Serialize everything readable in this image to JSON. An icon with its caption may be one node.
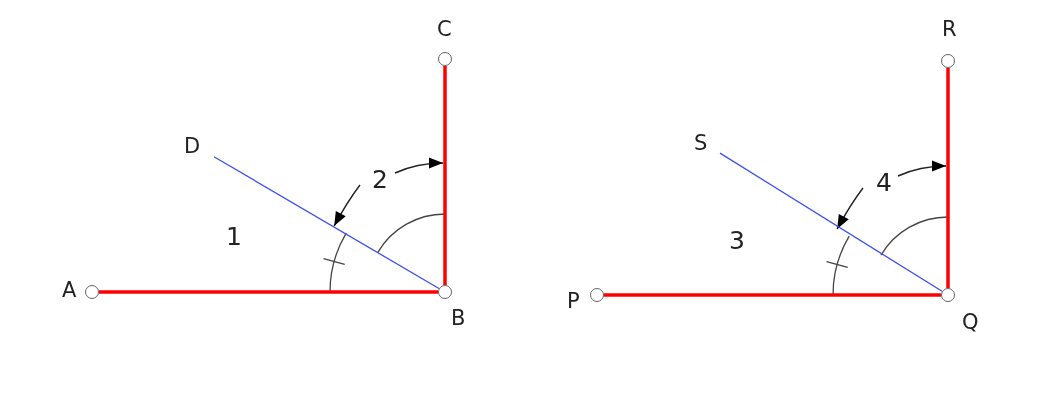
{
  "diagram": {
    "nodes": [
      {
        "text": [],
        "shape": "circle",
        "beside": [
          "A"
        ]
      },
      {
        "text": [],
        "shape": "circle",
        "beside": [
          "B"
        ]
      },
      {
        "text": [],
        "shape": "circle",
        "beside": [
          "C"
        ]
      },
      {
        "text": [
          "D"
        ]
      },
      {
        "text": [],
        "shape": "circle",
        "beside": [
          "P"
        ]
      },
      {
        "text": [],
        "shape": "circle",
        "beside": [
          "Q"
        ]
      },
      {
        "text": [],
        "shape": "circle",
        "beside": [
          "R"
        ]
      },
      {
        "text": [
          "S"
        ]
      }
    ],
    "edges": [
      {
        "from": 0,
        "to": 1,
        "arrow": "none"
      },
      {
        "from": 1,
        "to": 2,
        "arrow": "none"
      },
      {
        "from": 3,
        "to": 1,
        "arrow": "none",
        "color": "#3a4ff0"
      },
      {
        "from": 4,
        "to": 5,
        "arrow": "none"
      },
      {
        "from": 5,
        "to": 6,
        "arrow": "none"
      },
      {
        "from": 7,
        "to": 5,
        "arrow": "none",
        "color": "#3a4ff0"
      }
    ],
    "labels": [
      "1",
      "2",
      "3",
      "4"
    ]
  }
}
